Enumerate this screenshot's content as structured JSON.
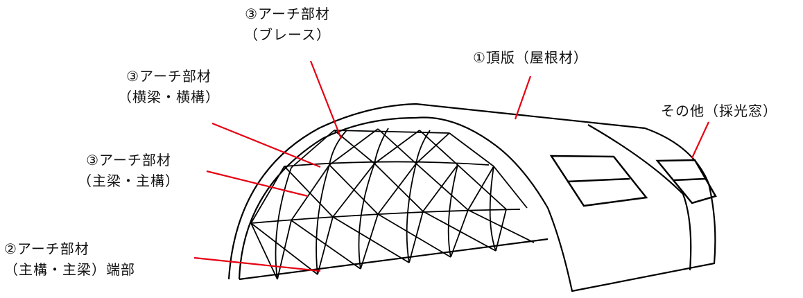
{
  "labels": {
    "brace": {
      "line1": "③アーチ部材",
      "line2": "（ブレース）"
    },
    "roof": {
      "line1": "①頂版（屋根材）"
    },
    "cross_beam": {
      "line1": "③アーチ部材",
      "line2": "（横梁・横構）"
    },
    "skylight": {
      "line1": "その他（採光窓）"
    },
    "main_beam": {
      "line1": "③アーチ部材",
      "line2": "（主梁・主構）"
    },
    "end": {
      "line1": "②アーチ部材",
      "line2": "（主構・主梁）端部"
    }
  },
  "colors": {
    "structure": "#000000",
    "leader": "#e60012"
  }
}
